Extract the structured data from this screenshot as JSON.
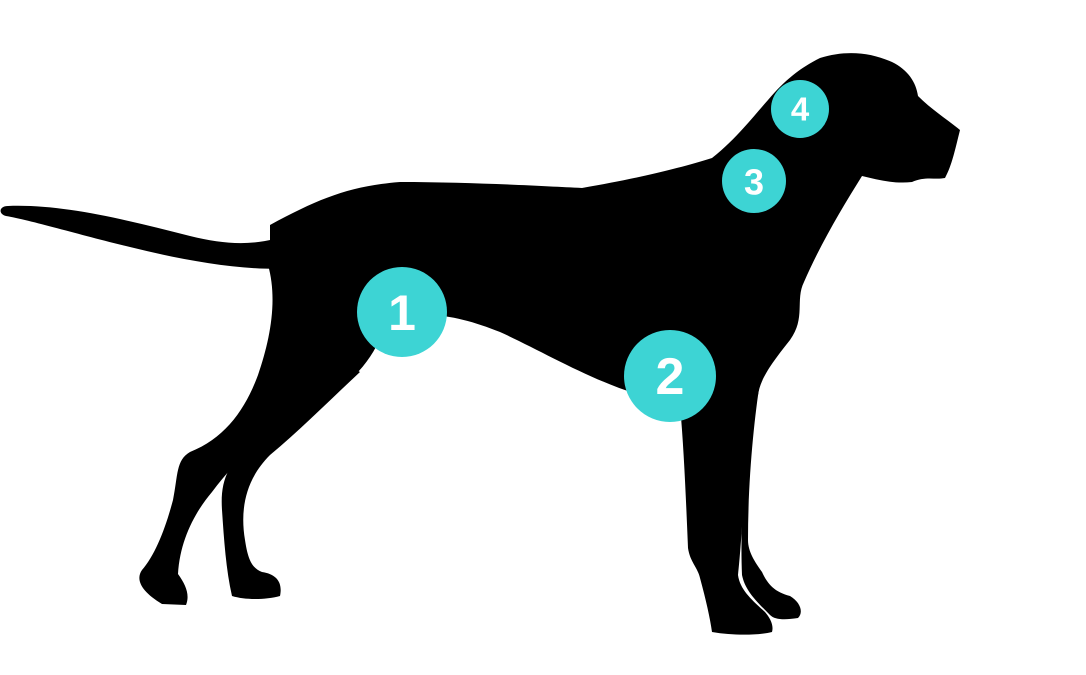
{
  "colors": {
    "background": "#ffffff",
    "silhouette": "#000000",
    "marker_fill": "#3dd4d4",
    "marker_text": "#ffffff"
  },
  "markers": [
    {
      "id": "1",
      "label": "1"
    },
    {
      "id": "2",
      "label": "2"
    },
    {
      "id": "3",
      "label": "3"
    },
    {
      "id": "4",
      "label": "4"
    }
  ]
}
